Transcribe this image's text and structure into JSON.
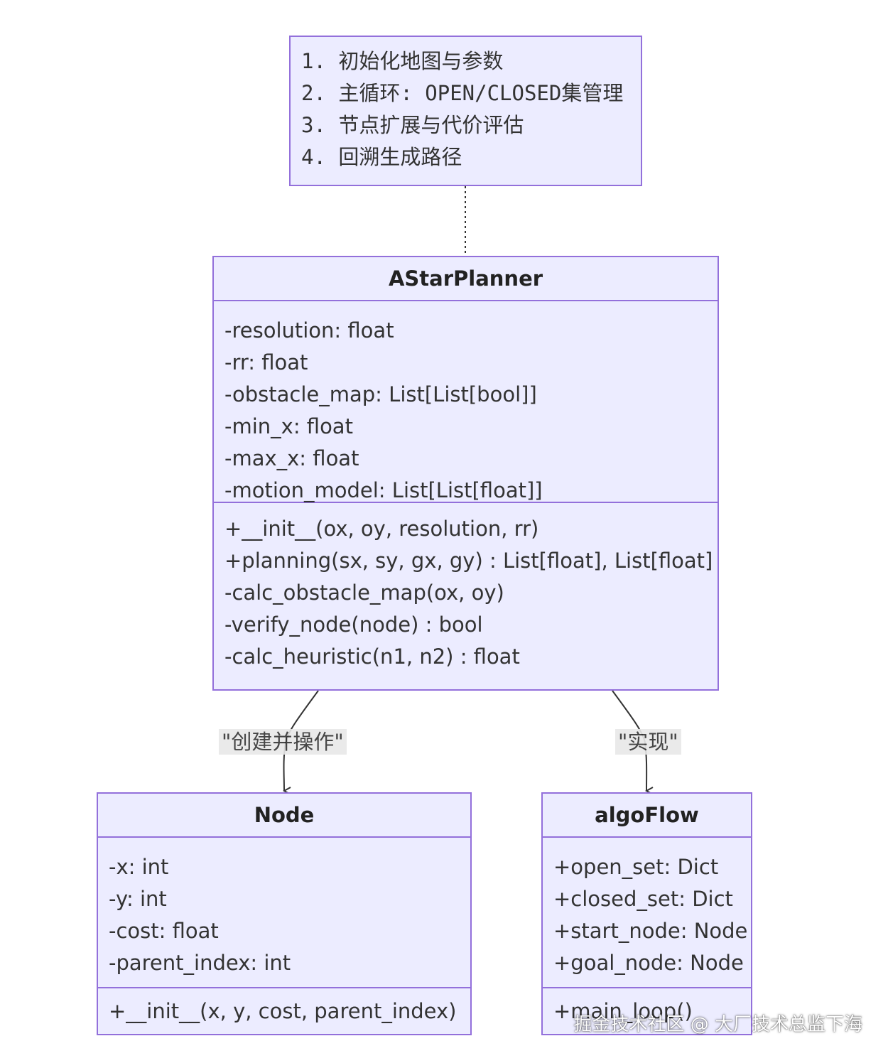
{
  "note": {
    "lines": [
      "1. 初始化地图与参数",
      "2. 主循环: OPEN/CLOSED集管理",
      "3. 节点扩展与代价评估",
      "4. 回溯生成路径"
    ]
  },
  "classes": {
    "astar": {
      "name": "AStarPlanner",
      "attributes": [
        "-resolution: float",
        "-rr: float",
        "-obstacle_map: List[List[bool]]",
        "-min_x: float",
        "-max_x: float",
        "-motion_model: List[List[float]]"
      ],
      "methods": [
        "+__init__(ox, oy, resolution, rr)",
        "+planning(sx, sy, gx, gy) : List[float], List[float]",
        "-calc_obstacle_map(ox, oy)",
        "-verify_node(node) : bool",
        "-calc_heuristic(n1, n2) : float"
      ]
    },
    "node": {
      "name": "Node",
      "attributes": [
        "-x: int",
        "-y: int",
        "-cost: float",
        "-parent_index: int"
      ],
      "methods": [
        "+__init__(x, y, cost, parent_index)"
      ]
    },
    "algoflow": {
      "name": "algoFlow",
      "attributes": [
        "+open_set: Dict",
        "+closed_set: Dict",
        "+start_node: Node",
        "+goal_node: Node"
      ],
      "methods": [
        "+main_loop()"
      ]
    }
  },
  "relations": {
    "creates_label": "\"创建并操作\"",
    "implements_label": "\"实现\""
  },
  "watermark": "掘金技术社区 @ 大厂技术总监下海",
  "colors": {
    "fill": "#ececff",
    "stroke": "#9370db",
    "edge": "#333333",
    "label_bg": "#e8e8e8"
  }
}
